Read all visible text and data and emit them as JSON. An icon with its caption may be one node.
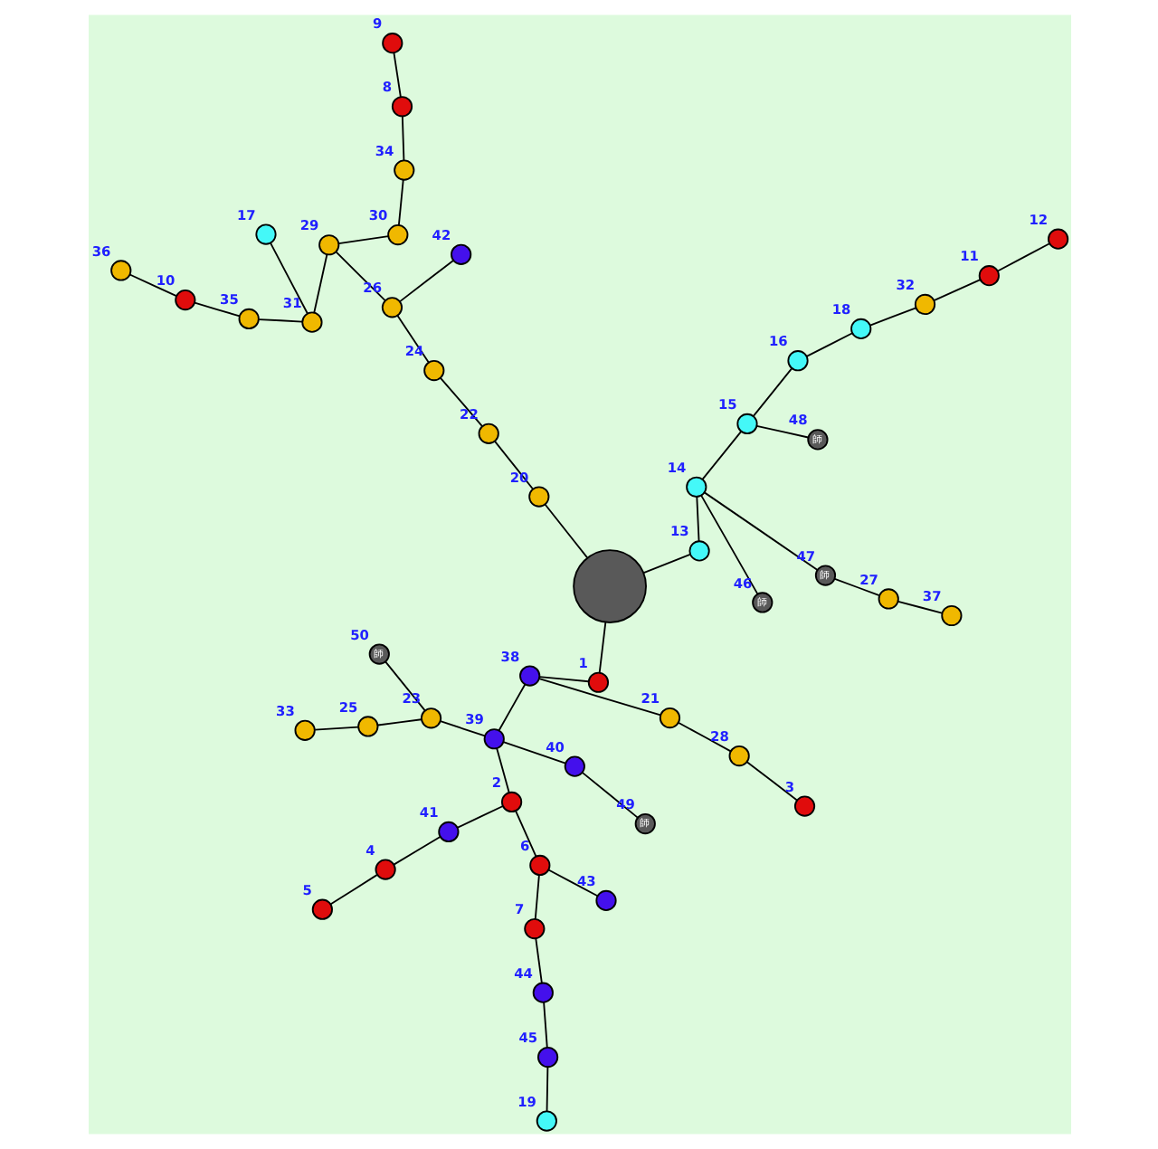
{
  "diagram": {
    "nodes": [
      {
        "text": [],
        "shape": "circle",
        "beside": [
          "1"
        ]
      },
      {
        "text": [],
        "shape": "circle",
        "beside": [
          "2"
        ]
      },
      {
        "text": [],
        "shape": "circle",
        "beside": [
          "3"
        ]
      },
      {
        "text": [],
        "shape": "circle",
        "beside": [
          "4"
        ]
      },
      {
        "text": [],
        "shape": "circle",
        "beside": [
          "5"
        ]
      },
      {
        "text": [],
        "shape": "circle",
        "beside": [
          "6"
        ]
      },
      {
        "text": [],
        "shape": "circle",
        "beside": [
          "7"
        ]
      },
      {
        "text": [],
        "shape": "circle",
        "beside": [
          "8"
        ]
      },
      {
        "text": [],
        "shape": "circle",
        "beside": [
          "9"
        ]
      },
      {
        "text": [],
        "shape": "circle",
        "beside": [
          "10"
        ]
      },
      {
        "text": [],
        "shape": "circle",
        "beside": [
          "11"
        ]
      },
      {
        "text": [],
        "shape": "circle",
        "beside": [
          "12"
        ]
      },
      {
        "text": [],
        "shape": "circle",
        "beside": [
          "13"
        ]
      },
      {
        "text": [],
        "shape": "circle",
        "beside": [
          "14"
        ]
      },
      {
        "text": [],
        "shape": "circle",
        "beside": [
          "15"
        ]
      },
      {
        "text": [],
        "shape": "circle",
        "beside": [
          "16"
        ]
      },
      {
        "text": [],
        "shape": "circle",
        "beside": [
          "17"
        ]
      },
      {
        "text": [],
        "shape": "circle",
        "beside": [
          "18"
        ]
      },
      {
        "text": [],
        "shape": "circle",
        "beside": [
          "19"
        ]
      },
      {
        "text": [],
        "shape": "circle",
        "beside": [
          "20"
        ]
      },
      {
        "text": [],
        "shape": "circle",
        "beside": [
          "21"
        ]
      },
      {
        "text": [],
        "shape": "circle",
        "beside": [
          "22"
        ]
      },
      {
        "text": [],
        "shape": "circle",
        "beside": [
          "23"
        ]
      },
      {
        "text": [],
        "shape": "circle",
        "beside": [
          "24"
        ]
      },
      {
        "text": [],
        "shape": "circle",
        "beside": [
          "25"
        ]
      },
      {
        "text": [],
        "shape": "circle",
        "beside": [
          "26"
        ]
      },
      {
        "text": [],
        "shape": "circle",
        "beside": [
          "27"
        ]
      },
      {
        "text": [],
        "shape": "circle",
        "beside": [
          "28"
        ]
      },
      {
        "text": [],
        "shape": "circle",
        "beside": [
          "29"
        ]
      },
      {
        "text": [],
        "shape": "circle",
        "beside": [
          "30"
        ]
      },
      {
        "text": [],
        "shape": "circle",
        "beside": [
          "31"
        ]
      },
      {
        "text": [],
        "shape": "circle",
        "beside": [
          "32"
        ]
      },
      {
        "text": [],
        "shape": "circle",
        "beside": [
          "33"
        ]
      },
      {
        "text": [],
        "shape": "circle",
        "beside": [
          "34"
        ]
      },
      {
        "text": [],
        "shape": "circle",
        "beside": [
          "35"
        ]
      },
      {
        "text": [],
        "shape": "circle",
        "beside": [
          "36"
        ]
      },
      {
        "text": [],
        "shape": "circle",
        "beside": [
          "37"
        ]
      },
      {
        "text": [],
        "shape": "circle",
        "beside": [
          "38"
        ]
      },
      {
        "text": [],
        "shape": "circle",
        "beside": [
          "39"
        ]
      },
      {
        "text": [],
        "shape": "circle",
        "beside": [
          "40"
        ]
      },
      {
        "text": [],
        "shape": "circle",
        "beside": [
          "41"
        ]
      },
      {
        "text": [],
        "shape": "circle",
        "beside": [
          "42"
        ]
      },
      {
        "text": [],
        "shape": "circle",
        "beside": [
          "43"
        ]
      },
      {
        "text": [],
        "shape": "circle",
        "beside": [
          "44"
        ]
      },
      {
        "text": [],
        "shape": "circle",
        "beside": [
          "45"
        ]
      },
      {
        "text": [
          "師"
        ],
        "beside": [
          "46"
        ]
      },
      {
        "text": [
          "師"
        ],
        "beside": [
          "47"
        ]
      },
      {
        "text": [
          "師"
        ],
        "beside": [
          "48"
        ]
      },
      {
        "text": [
          "師"
        ],
        "beside": [
          "49"
        ]
      },
      {
        "text": [
          "師"
        ],
        "beside": [
          "50"
        ]
      },
      {
        "text": [],
        "shape": "circle"
      }
    ],
    "edges": [
      {
        "from": 50,
        "to": 0,
        "arrow": "none"
      },
      {
        "from": 0,
        "to": 37,
        "arrow": "none"
      },
      {
        "from": 37,
        "to": 38,
        "arrow": "none"
      },
      {
        "from": 38,
        "to": 1,
        "arrow": "none"
      },
      {
        "from": 1,
        "to": 5,
        "arrow": "none"
      },
      {
        "from": 5,
        "to": 6,
        "arrow": "none"
      },
      {
        "from": 6,
        "to": 43,
        "arrow": "none"
      },
      {
        "from": 43,
        "to": 44,
        "arrow": "none"
      },
      {
        "from": 44,
        "to": 18,
        "arrow": "none"
      },
      {
        "from": 5,
        "to": 42,
        "arrow": "none"
      },
      {
        "from": 1,
        "to": 40,
        "arrow": "none"
      },
      {
        "from": 40,
        "to": 3,
        "arrow": "none"
      },
      {
        "from": 3,
        "to": 4,
        "arrow": "none"
      },
      {
        "from": 38,
        "to": 39,
        "arrow": "none"
      },
      {
        "from": 39,
        "to": 48,
        "arrow": "none"
      },
      {
        "from": 38,
        "to": 22,
        "arrow": "none"
      },
      {
        "from": 22,
        "to": 24,
        "arrow": "none"
      },
      {
        "from": 24,
        "to": 32,
        "arrow": "none"
      },
      {
        "from": 22,
        "to": 49,
        "arrow": "none"
      },
      {
        "from": 37,
        "to": 20,
        "arrow": "none"
      },
      {
        "from": 20,
        "to": 27,
        "arrow": "none"
      },
      {
        "from": 2,
        "to": 27,
        "arrow": "none"
      },
      {
        "from": 8,
        "to": 7,
        "arrow": "none"
      },
      {
        "from": 7,
        "to": 33,
        "arrow": "none"
      },
      {
        "from": 33,
        "to": 29,
        "arrow": "none"
      },
      {
        "from": 29,
        "to": 28,
        "arrow": "none"
      },
      {
        "from": 28,
        "to": 30,
        "arrow": "none"
      },
      {
        "from": 30,
        "to": 16,
        "arrow": "none"
      },
      {
        "from": 30,
        "to": 34,
        "arrow": "none"
      },
      {
        "from": 34,
        "to": 9,
        "arrow": "none"
      },
      {
        "from": 9,
        "to": 35,
        "arrow": "none"
      },
      {
        "from": 50,
        "to": 19,
        "arrow": "none"
      },
      {
        "from": 19,
        "to": 21,
        "arrow": "none"
      },
      {
        "from": 21,
        "to": 23,
        "arrow": "none"
      },
      {
        "from": 23,
        "to": 25,
        "arrow": "none"
      },
      {
        "from": 25,
        "to": 28,
        "arrow": "none"
      },
      {
        "from": 25,
        "to": 41,
        "arrow": "none"
      },
      {
        "from": 50,
        "to": 12,
        "arrow": "none"
      },
      {
        "from": 12,
        "to": 13,
        "arrow": "none"
      },
      {
        "from": 13,
        "to": 14,
        "arrow": "none"
      },
      {
        "from": 14,
        "to": 15,
        "arrow": "none"
      },
      {
        "from": 15,
        "to": 17,
        "arrow": "none"
      },
      {
        "from": 17,
        "to": 31,
        "arrow": "none"
      },
      {
        "from": 31,
        "to": 10,
        "arrow": "none"
      },
      {
        "from": 10,
        "to": 11,
        "arrow": "none"
      },
      {
        "from": 13,
        "to": 45,
        "arrow": "none"
      },
      {
        "from": 14,
        "to": 47,
        "arrow": "none"
      },
      {
        "from": 46,
        "to": 13,
        "arrow": "none"
      },
      {
        "from": 46,
        "to": 26,
        "arrow": "none"
      },
      {
        "from": 26,
        "to": 36,
        "arrow": "none"
      }
    ]
  }
}
